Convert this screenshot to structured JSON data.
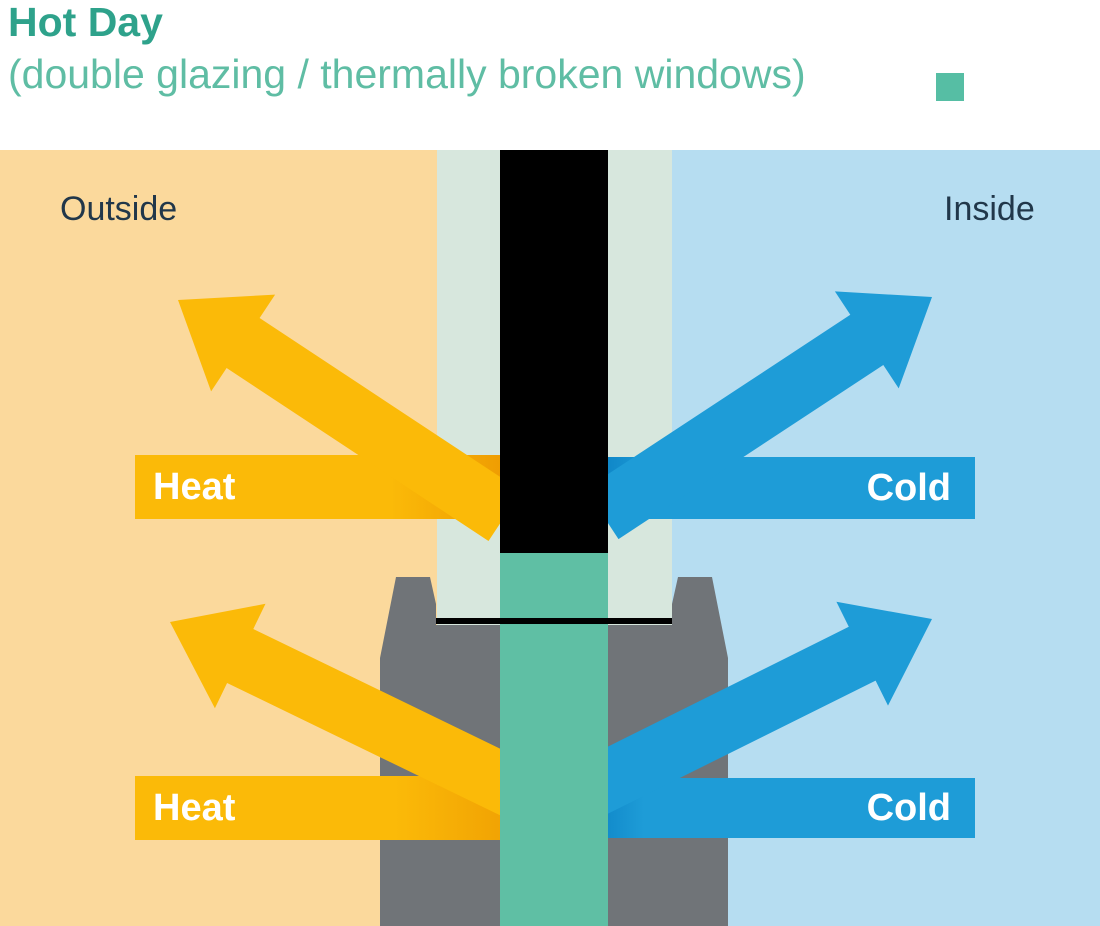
{
  "header": {
    "title": "Hot Day",
    "subtitle": "(double glazing / thermally broken windows)"
  },
  "scene": {
    "outside_label": "Outside",
    "inside_label": "Inside"
  },
  "arrows": {
    "top_heat": "Heat",
    "top_cold": "Cold",
    "bottom_heat": "Heat",
    "bottom_cold": "Cold"
  },
  "colors": {
    "title_teal": "#2EA28B",
    "subtitle_teal": "#5FBDA4",
    "accent_square_teal": "#56BEA4",
    "outside_background": "#FBD99C",
    "inside_background": "#B6DDF1",
    "glass_pane_green": "#D7E7DD",
    "air_gap_black": "#000000",
    "frame_gray": "#707478",
    "thermal_break_teal": "#5FBFA4",
    "heat_yellow": "#FBBA08",
    "heat_deep_orange": "#EE9B02",
    "cold_blue": "#1E9CD7",
    "cold_deep_blue": "#0D84C6",
    "environment_label_dark": "#21374A",
    "arrow_text_white": "#FFFFFF"
  }
}
